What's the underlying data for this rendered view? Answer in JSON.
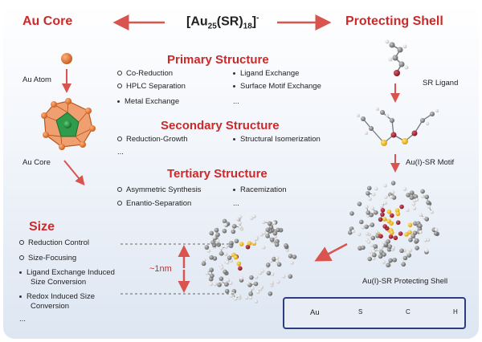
{
  "header": {
    "left": "Au Core",
    "center_main": "[Au",
    "center_sub1": "25",
    "center_mid": "(SR)",
    "center_sub2": "18",
    "center_end": "]",
    "center_sup": "-",
    "right": "Protecting Shell"
  },
  "left_labels": {
    "atom": "Au Atom",
    "core": "Au Core"
  },
  "right_labels": {
    "ligand": "SR Ligand",
    "motif": "Au(I)-SR Motif",
    "shell": "Au(I)-SR Protecting Shell"
  },
  "primary": {
    "title": "Primary Structure",
    "items": [
      "Co-Reduction",
      "HPLC Separation",
      "Metal Exchange",
      "Ligand Exchange",
      "Surface Motif Exchange",
      "..."
    ]
  },
  "secondary": {
    "title": "Secondary Structure",
    "items": [
      "Reduction-Growth",
      "...",
      "Structural Isomerization"
    ]
  },
  "tertiary": {
    "title": "Tertiary Structure",
    "items": [
      "Asymmetric Synthesis",
      "Enantio-Separation",
      "Racemization",
      "..."
    ]
  },
  "size": {
    "title": "Size",
    "items": [
      "Reduction Control",
      "Size-Focusing",
      "Ligand Exchange Induced",
      "Size Conversion",
      "Redox Induced Size",
      "Conversion",
      "..."
    ],
    "scale": "~1nm"
  },
  "legend": {
    "au": "Au",
    "s": "S",
    "c": "C",
    "h": "H"
  },
  "colors": {
    "accent": "#cc2a2a",
    "gold": "#f0b400",
    "orange": "#e07a3a",
    "sulfur": "#a01c2c",
    "carbon": "#888888",
    "hydrogen": "#f4f4f4",
    "green": "#1e8a3a"
  }
}
